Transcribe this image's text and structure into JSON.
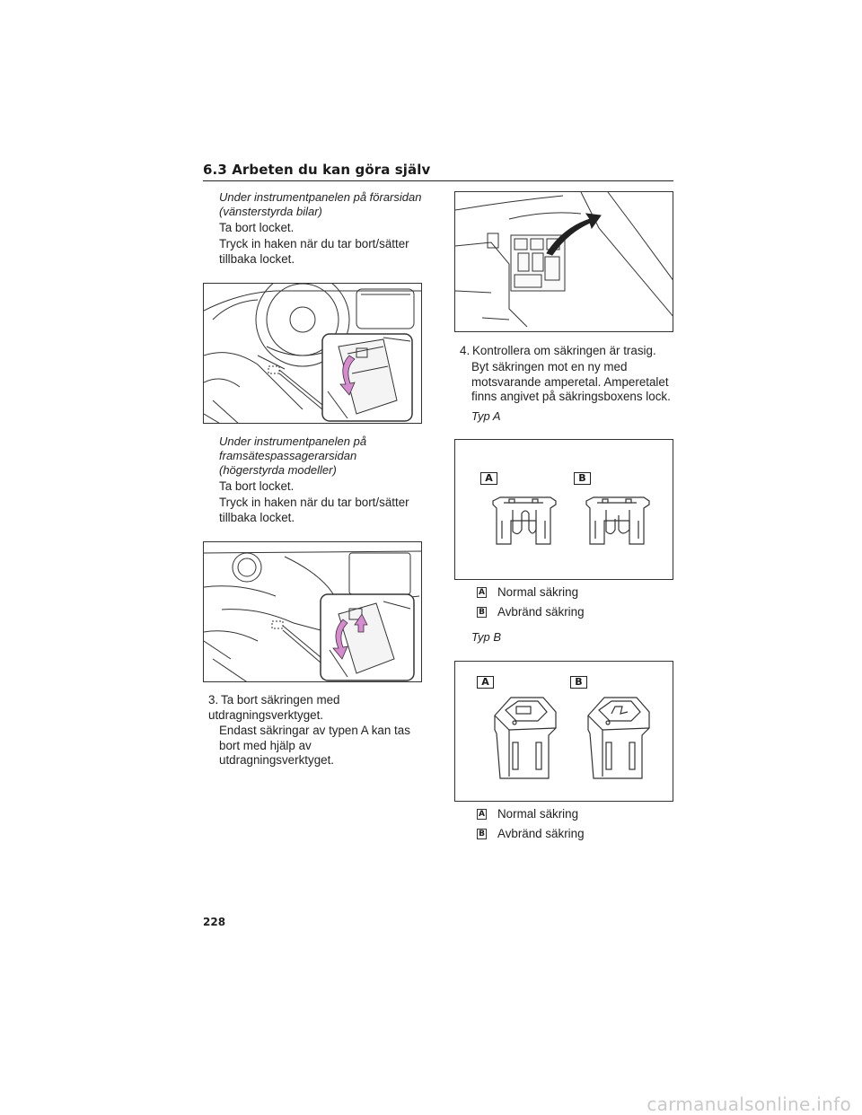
{
  "header": {
    "title": "6.3 Arbeten du kan göra själv"
  },
  "left": {
    "section1": {
      "heading": "Under instrumentpanelen på förarsidan (vänsterstyrda bilar)",
      "p1": "Ta bort locket.",
      "p2": "Tryck in haken när du tar bort/sätter tillbaka locket."
    },
    "section2": {
      "heading": "Under instrumentpanelen på framsätespassagerarsidan (högerstyrda modeller)",
      "p1": "Ta bort locket.",
      "p2": "Tryck in haken när du tar bort/sätter tillbaka locket."
    },
    "step3": {
      "num": "3.",
      "text": "Ta bort säkringen med utdragningsverktyget.",
      "note": "Endast säkringar av typen A kan tas bort med hjälp av utdragningsverktyget."
    }
  },
  "right": {
    "step4": {
      "num": "4.",
      "text": "Kontrollera om säkringen är trasig.",
      "note": "Byt säkringen mot en ny med motsvarande amperetal. Amperetalet finns angivet på säkringsboxens lock."
    },
    "typeA": {
      "title": "Typ A",
      "label_a": "A",
      "label_b": "B",
      "legend": [
        {
          "badge": "A",
          "text": "Normal säkring"
        },
        {
          "badge": "B",
          "text": "Avbränd säkring"
        }
      ]
    },
    "typeB": {
      "title": "Typ B",
      "label_a": "A",
      "label_b": "B",
      "legend": [
        {
          "badge": "A",
          "text": "Normal säkring"
        },
        {
          "badge": "B",
          "text": "Avbränd säkring"
        }
      ]
    }
  },
  "page_number": "228",
  "footer": {
    "url": "carmanualsonline.info"
  },
  "colors": {
    "arrow": "#d88ad0",
    "line": "#333333"
  }
}
